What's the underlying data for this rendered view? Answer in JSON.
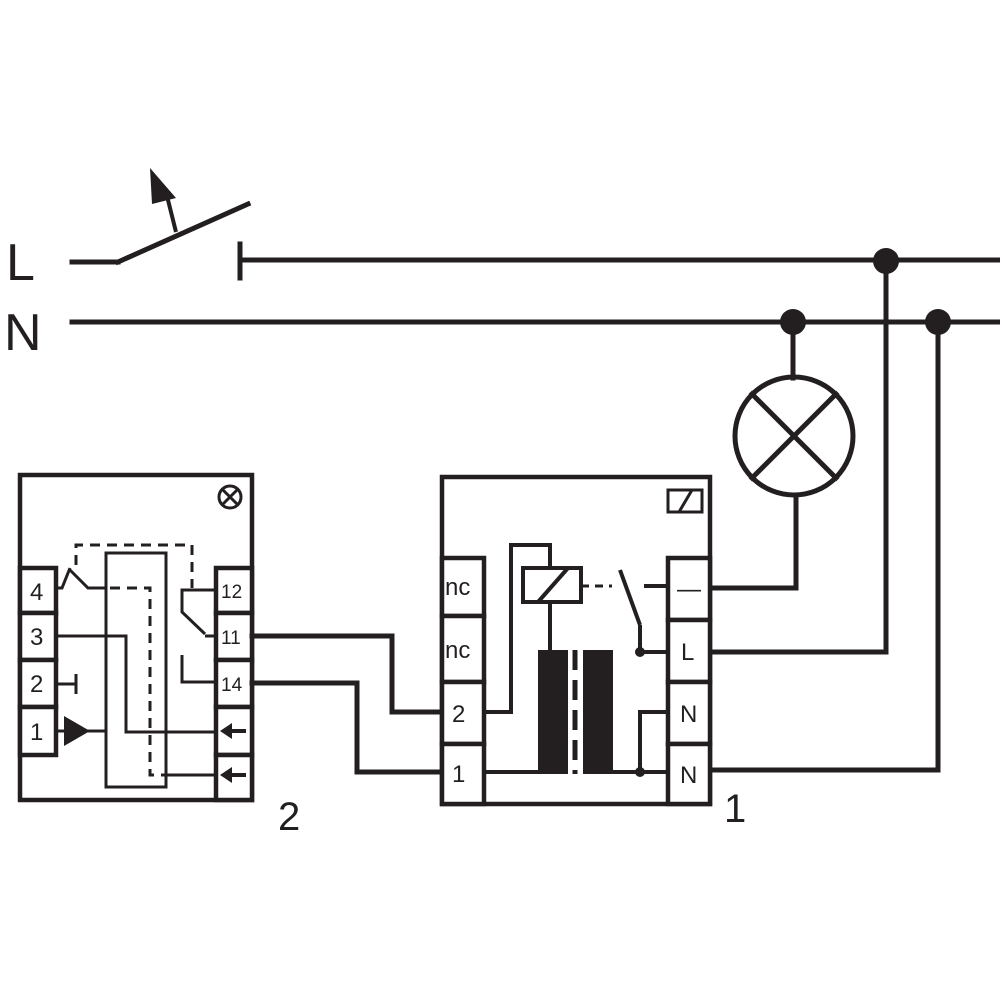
{
  "lines": {
    "phase": "L",
    "neutral": "N"
  },
  "device_1": {
    "number": "1",
    "terminals_left": [
      "nc",
      "nc",
      "2",
      "1"
    ],
    "terminals_right": [
      "—",
      "L",
      "N",
      "N"
    ]
  },
  "device_2": {
    "number": "2",
    "terminals_left": [
      "4",
      "3",
      "2",
      "1"
    ],
    "terminals_right": [
      "12",
      "11",
      "14"
    ]
  },
  "icons": [
    "pushbutton-switch-icon",
    "lamp-icon",
    "relay-coil-icon",
    "transformer-icon",
    "contact-symbol-icon"
  ]
}
